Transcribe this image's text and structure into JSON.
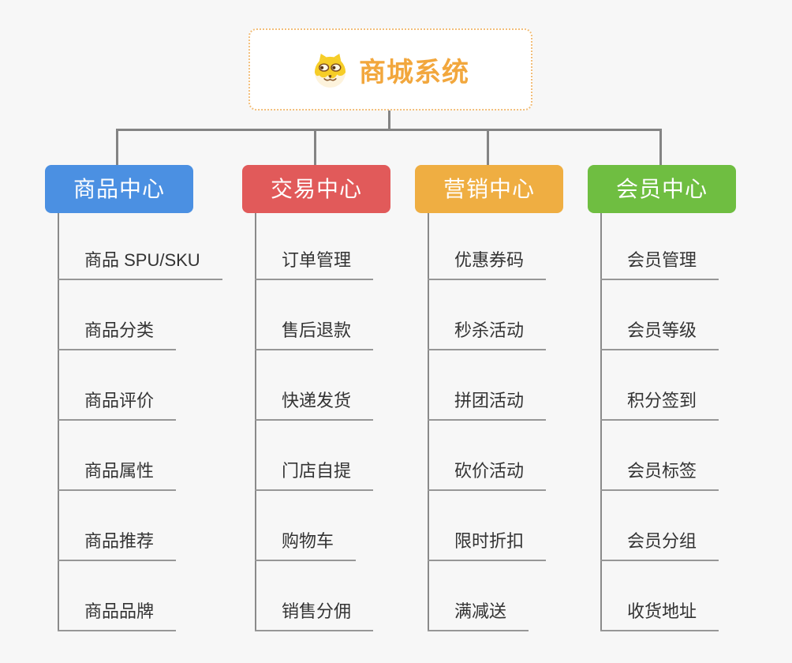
{
  "root": {
    "title": "商城系统",
    "icon": "doge-icon"
  },
  "branches": [
    {
      "label": "商品中心",
      "color": "#4B90E2",
      "children": [
        "商品 SPU/SKU",
        "商品分类",
        "商品评价",
        "商品属性",
        "商品推荐",
        "商品品牌"
      ]
    },
    {
      "label": "交易中心",
      "color": "#E15A5A",
      "children": [
        "订单管理",
        "售后退款",
        "快递发货",
        "门店自提",
        "购物车",
        "销售分佣"
      ]
    },
    {
      "label": "营销中心",
      "color": "#EFAE42",
      "children": [
        "优惠券码",
        "秒杀活动",
        "拼团活动",
        "砍价活动",
        "限时折扣",
        "满减送"
      ]
    },
    {
      "label": "会员中心",
      "color": "#6FBE41",
      "children": [
        "会员管理",
        "会员等级",
        "积分签到",
        "会员标签",
        "会员分组",
        "收货地址"
      ]
    }
  ],
  "palette": {
    "background": "#F7F7F7",
    "connector": "#848484",
    "underline": "#979797",
    "leaf_text": "#333333",
    "root_text": "#F2A73D",
    "root_border": "#F2BE7A",
    "branch_text": "#FFFFFF"
  }
}
